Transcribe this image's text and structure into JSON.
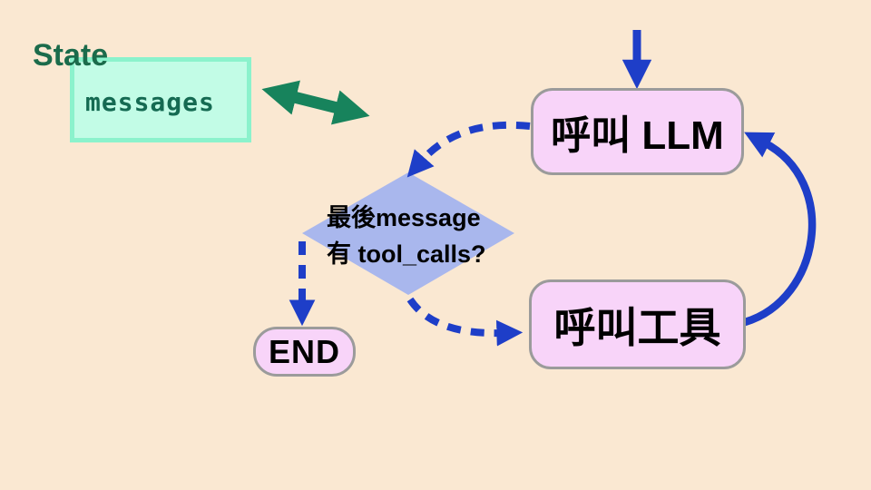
{
  "canvas": {
    "background": "#FAE8D2"
  },
  "state": {
    "title": "State",
    "field": "messages",
    "title_color": "#1B6B4B",
    "field_color": "#156A52",
    "box_fill": "#C2FCE6",
    "box_border": "#8BF2CC"
  },
  "nodes": {
    "call_llm": {
      "label": "呼叫 LLM",
      "fill": "#F8D4F9",
      "border": "#9B9B9B"
    },
    "call_tools": {
      "label": "呼叫工具",
      "fill": "#F8D4F9",
      "border": "#9B9B9B"
    },
    "end": {
      "label": "END",
      "fill": "#F8D4F9",
      "border": "#9B9B9B"
    },
    "decision": {
      "label_line1": "最後message",
      "label_line2": "有 tool_calls?",
      "fill": "#A9B7ED"
    }
  },
  "edges": {
    "entry_to_llm": {
      "style": "solid",
      "color": "#1E3EC8"
    },
    "llm_to_decision": {
      "style": "dashed",
      "color": "#1E3EC8"
    },
    "decision_to_end": {
      "style": "dashed",
      "color": "#1E3EC8"
    },
    "decision_to_tools": {
      "style": "dashed",
      "color": "#1E3EC8"
    },
    "tools_to_llm": {
      "style": "solid",
      "color": "#1E3EC8"
    },
    "state_sync": {
      "style": "double-headed",
      "color": "#17835C"
    }
  }
}
